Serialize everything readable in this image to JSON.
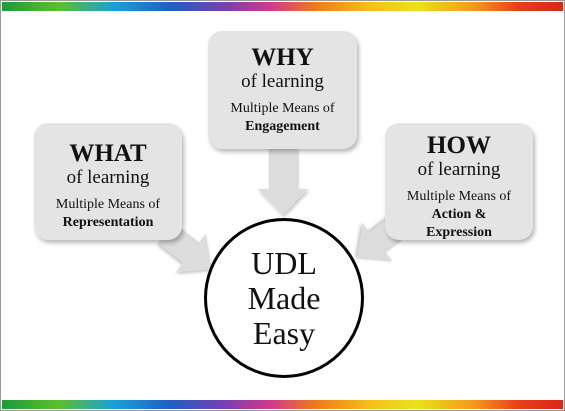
{
  "why": {
    "heading": "WHY",
    "subheading": "of learning",
    "means": "Multiple Means of",
    "keyword": "Engagement"
  },
  "what": {
    "heading": "WHAT",
    "subheading": "of learning",
    "means": "Multiple Means of",
    "keyword": "Representation"
  },
  "how": {
    "heading": "HOW",
    "subheading": "of learning",
    "means": "Multiple Means of",
    "keyword_line1": "Action &",
    "keyword_line2": "Expression"
  },
  "center": {
    "line1": "UDL",
    "line2": "Made",
    "line3": "Easy"
  },
  "colors": {
    "box_fill": "#e4e4e4",
    "arrow_fill": "#dcdcdc",
    "circle_border": "#000000"
  }
}
